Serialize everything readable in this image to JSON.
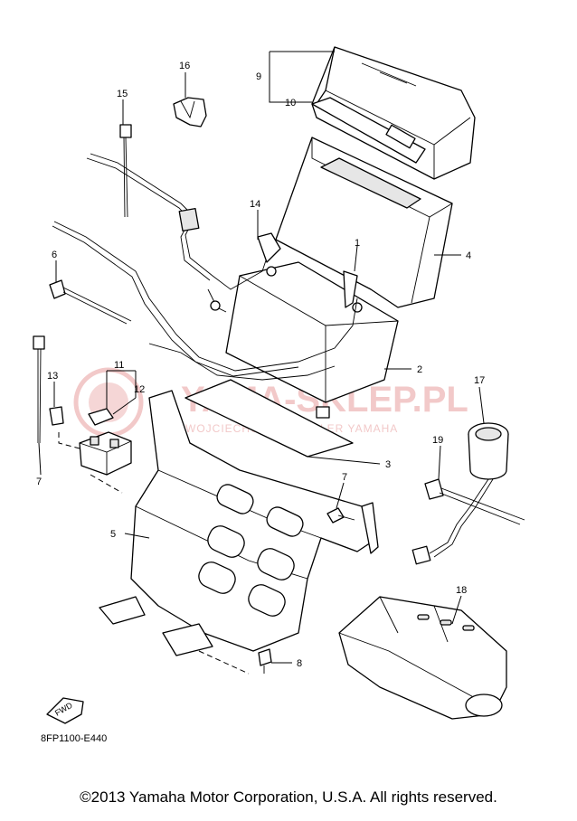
{
  "watermark": {
    "main": "YAMA-SKLEP.PL",
    "sub": "WOJCIECHOWSKI DEALER YAMAHA"
  },
  "fwd_label": "FWD",
  "diagram_code": "8FP1100-E440",
  "copyright": "©2013 Yamaha Motor Corporation, U.S.A. All rights reserved.",
  "callouts": [
    "1",
    "2",
    "3",
    "4",
    "5",
    "6",
    "7",
    "7",
    "8",
    "9",
    "10",
    "11",
    "12",
    "13",
    "14",
    "15",
    "16",
    "17",
    "18",
    "19"
  ]
}
